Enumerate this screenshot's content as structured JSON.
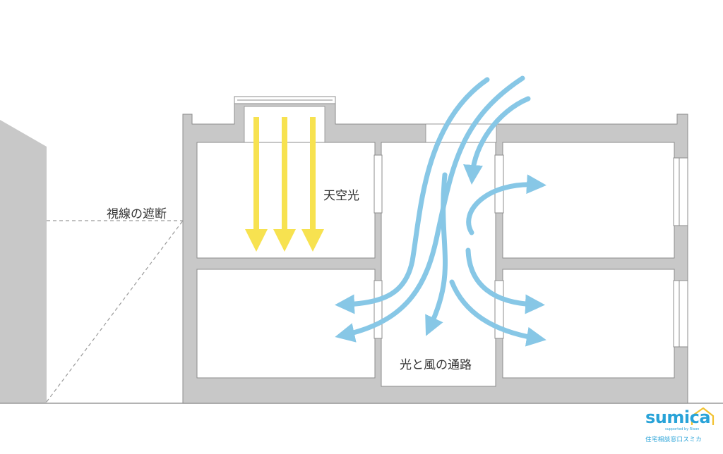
{
  "labels": {
    "line_of_sight": "視線の遮断",
    "skylight": "天空光",
    "passage": "光と風の通路"
  },
  "logo": {
    "word": "sumica",
    "supported": "supported by Rison",
    "tagline": "住宅相談窓口スミカ"
  },
  "colors": {
    "wall": "#c8c8c8",
    "room": "#ffffff",
    "outline": "#8c8c8c",
    "light_arrow": "#f7e250",
    "wind_arrow": "#87c7e6",
    "brand": "#29a3d8"
  },
  "icons": {
    "light_arrows": "down-arrow-icon",
    "wind_arrows": "curved-arrow-icon",
    "logo_mark": "house-roof-icon"
  }
}
